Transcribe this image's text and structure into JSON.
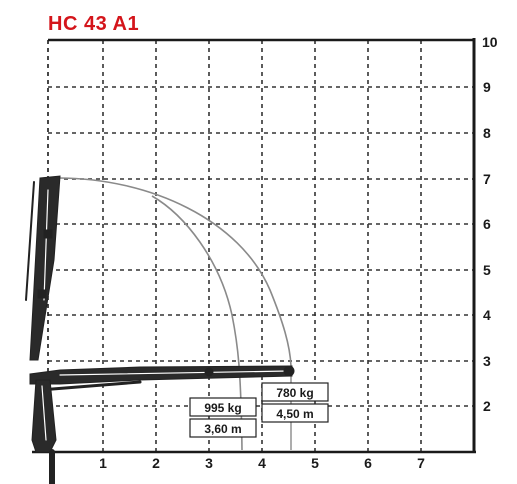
{
  "title": "HC 43 A1",
  "colors": {
    "title": "#d4151b",
    "grid": "#333333",
    "crane": "#222222",
    "curve": "#8a8a8a"
  },
  "x_axis": {
    "ticks": [
      "1",
      "2",
      "3",
      "4",
      "5",
      "6",
      "7"
    ]
  },
  "y_axis": {
    "ticks": [
      "2",
      "3",
      "4",
      "5",
      "6",
      "7",
      "8",
      "9",
      "10"
    ]
  },
  "load_points": [
    {
      "load": "780 kg",
      "reach": "4,50 m"
    },
    {
      "load": "995 kg",
      "reach": "3,60 m"
    }
  ]
}
